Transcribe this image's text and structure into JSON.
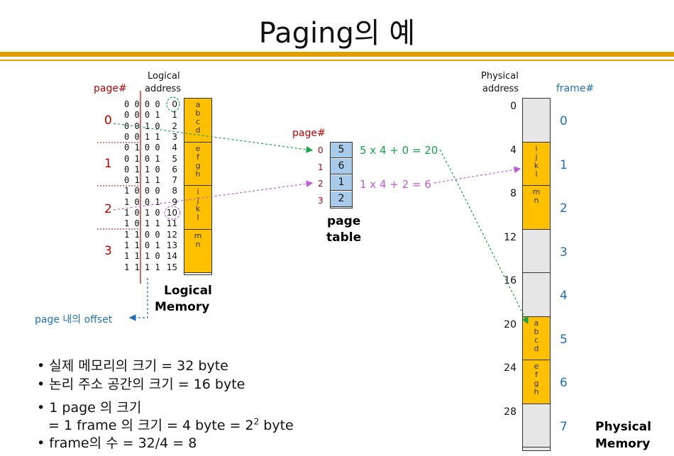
{
  "title": "Paging의 예",
  "logical": {
    "pagenum_label": "page#",
    "address_label_1": "Logical",
    "address_label_2": "address",
    "page_numbers": [
      "0",
      "1",
      "2",
      "3"
    ],
    "bit_rows": [
      "0 0 0 0",
      "0 0 0 1",
      "0 0 1 0",
      "0 0 1 1",
      "0 1 0 0",
      "0 1 0 1",
      "0 1 1 0",
      "0 1 1 1",
      "1 0 0 0",
      "1 0 0 1",
      "1 0 1 0",
      "1 0 1 1",
      "1 1 0 0",
      "1 1 0 1",
      "1 1 1 0",
      "1 1 1 1"
    ],
    "addresses": [
      "0",
      "1",
      "2",
      "3",
      "4",
      "5",
      "6",
      "7",
      "8",
      "9",
      "10",
      "11",
      "12",
      "13",
      "14",
      "15"
    ],
    "pages": [
      [
        "a",
        "b",
        "c",
        "d"
      ],
      [
        "e",
        "f",
        "g",
        "h"
      ],
      [
        "i",
        "j",
        "k",
        "l"
      ],
      [
        "m",
        "n"
      ]
    ],
    "caption_1": "Logical",
    "caption_2": "Memory",
    "offset_label": "page 내의 offset"
  },
  "page_table": {
    "label": "page#",
    "indices": [
      "0",
      "1",
      "2",
      "3"
    ],
    "frames": [
      "5",
      "6",
      "1",
      "2"
    ],
    "caption_1": "page",
    "caption_2": "table",
    "calc_1": "5 x 4 + 0 = 20",
    "calc_2": "1 x 4 + 2 = 6"
  },
  "physical": {
    "address_label_1": "Physical",
    "address_label_2": "address",
    "frame_label": "frame#",
    "addresses": [
      "0",
      "4",
      "8",
      "12",
      "16",
      "20",
      "24",
      "28"
    ],
    "frame_numbers": [
      "0",
      "1",
      "2",
      "3",
      "4",
      "5",
      "6",
      "7"
    ],
    "frame_contents": [
      [],
      [
        "i",
        "j",
        "k",
        "l"
      ],
      [
        "m",
        "n"
      ],
      [],
      [],
      [
        "a",
        "b",
        "c",
        "d"
      ],
      [
        "e",
        "f",
        "g",
        "h"
      ],
      []
    ],
    "caption_1": "Physical",
    "caption_2": "Memory"
  },
  "bullets": {
    "b1": "실제 메모리의 크기 = 32 byte",
    "b2": "논리 주소 공간의 크기 = 16 byte",
    "b3": "1 page 의 크기",
    "b4_pre": "= 1 frame 의 크기 = 4 byte = 2",
    "b4_sup": "2",
    "b4_post": " byte",
    "b5": "frame의 수 = 32/4 = 8"
  },
  "colors": {
    "accent_bar": "#e0a000",
    "page_fill": "#ffc000",
    "frame_empty": "#e6e6e6",
    "table_fill": "#a8cbea",
    "red": "#c00000",
    "blue": "#1f6fbf",
    "green": "#16a34a",
    "violet": "#c05ad8"
  }
}
